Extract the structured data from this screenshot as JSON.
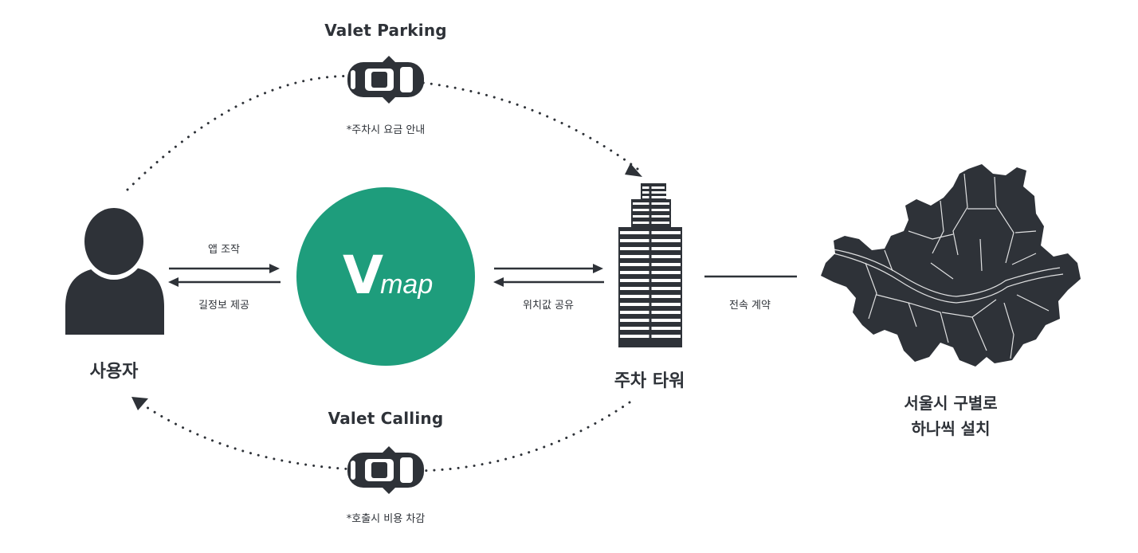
{
  "top": {
    "title": "Valet Parking",
    "note": "*주차시 요금 안내"
  },
  "bottom": {
    "title": "Valet Calling",
    "note": "*호출시 비용 차감"
  },
  "user": {
    "label": "사용자"
  },
  "logo": {
    "letter": "V",
    "word": "map",
    "color": "#1e9d7c"
  },
  "user_to_app": {
    "top_label": "앱 조작",
    "bottom_label": "길정보 제공"
  },
  "app_to_tower": {
    "label": "위치값 공유"
  },
  "tower": {
    "label": "주차 타워"
  },
  "tower_to_map": {
    "label": "전속 계약"
  },
  "map": {
    "line1": "서울시 구별로",
    "line2": "하나씩 설치"
  },
  "colors": {
    "dark": "#2e3238",
    "accent": "#1e9d7c"
  }
}
